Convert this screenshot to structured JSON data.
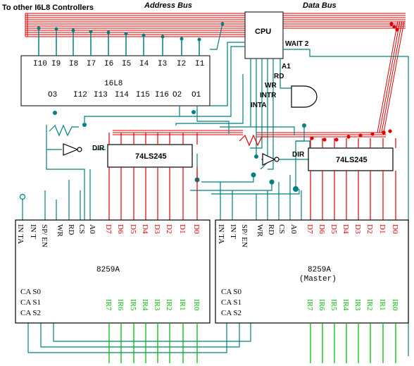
{
  "labels": {
    "other_controllers": "To other I6L8 Controllers",
    "address_bus": "Address Bus",
    "data_bus": "Data Bus",
    "cpu": "CPU",
    "wait": "WAIT 2",
    "a1": "A1",
    "rd": "RD",
    "wr": "WR",
    "intr": "INTR",
    "inta": "INTA",
    "pld": "16L8",
    "buf_left": "74LS245",
    "buf_right": "74LS245",
    "dir_left": "DIR",
    "dir_right": "DIR",
    "pic_slave": "8259A",
    "pic_master": "8259A",
    "pic_master_sub": "(Master)"
  },
  "pld_inputs": [
    "I10",
    "I9",
    "I8",
    "I7",
    "I6",
    "I5",
    "I4",
    "I3",
    "I2",
    "I1"
  ],
  "pld_outputs": [
    "O3",
    "I12",
    "I13",
    "I14",
    "I15",
    "I16",
    "O2",
    "O1"
  ],
  "pic_ctrl_pins": [
    "IN TA",
    "IN T",
    "SP/ EN",
    "WR",
    "RD",
    "CS",
    "A0"
  ],
  "pic_data_pins": [
    "D7",
    "D6",
    "D5",
    "D4",
    "D3",
    "D2",
    "D1",
    "D0"
  ],
  "pic_ir_pins": [
    "IR7",
    "IR6",
    "IR5",
    "IR4",
    "IR3",
    "IR2",
    "IR1",
    "IR0"
  ],
  "pic_cas_pins": [
    "CA S0",
    "CA S1",
    "CA S2"
  ],
  "colors": {
    "control": "#008080",
    "data": "#e00000",
    "irq": "#00c000",
    "chip_border": "#000000"
  }
}
